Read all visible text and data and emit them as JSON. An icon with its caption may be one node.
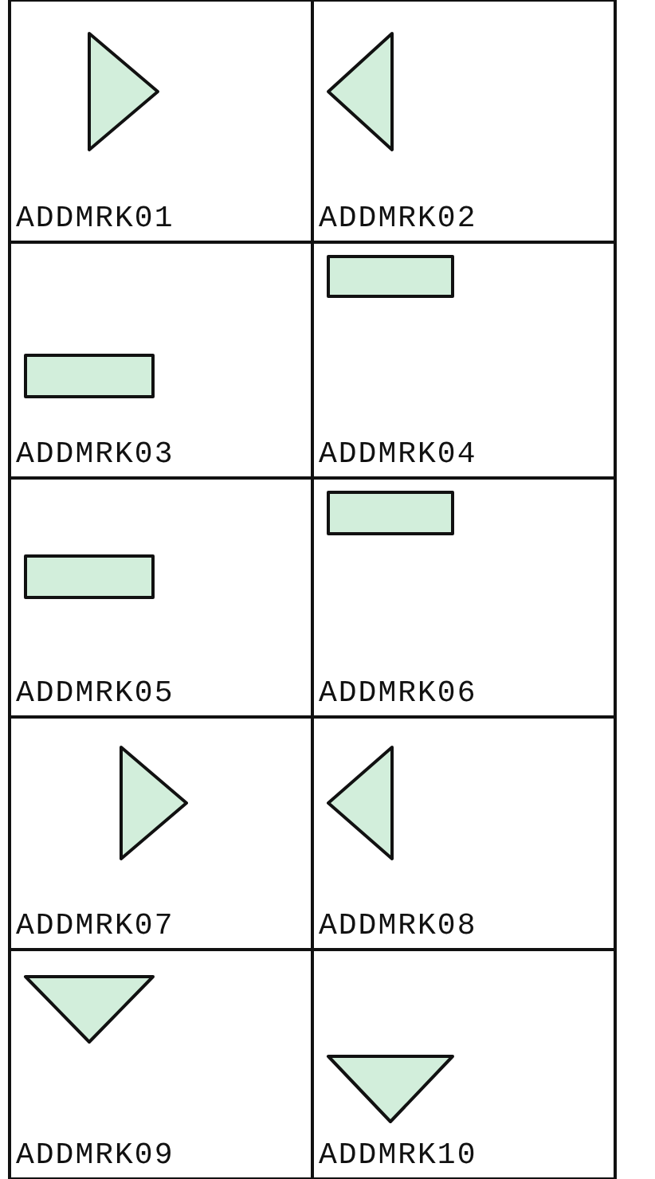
{
  "diagram": {
    "nodes": [
      {
        "text": [],
        "shape": "triangle"
      },
      {
        "text": [],
        "shape": "triangle"
      },
      {
        "text": [],
        "shape": "box"
      },
      {
        "text": [],
        "shape": "box"
      },
      {
        "text": [],
        "shape": "box"
      },
      {
        "text": [],
        "shape": "box"
      },
      {
        "text": [],
        "shape": "triangle"
      },
      {
        "text": [],
        "shape": "triangle"
      },
      {
        "text": [],
        "shape": "triangle"
      },
      {
        "text": [],
        "shape": "triangle"
      }
    ],
    "labels": [
      "ADDMRK01",
      "ADDMRK02",
      "ADDMRK03",
      "ADDMRK04",
      "ADDMRK05",
      "ADDMRK06",
      "ADDMRK07",
      "ADDMRK08",
      "ADDMRK09",
      "ADDMRK10"
    ]
  }
}
